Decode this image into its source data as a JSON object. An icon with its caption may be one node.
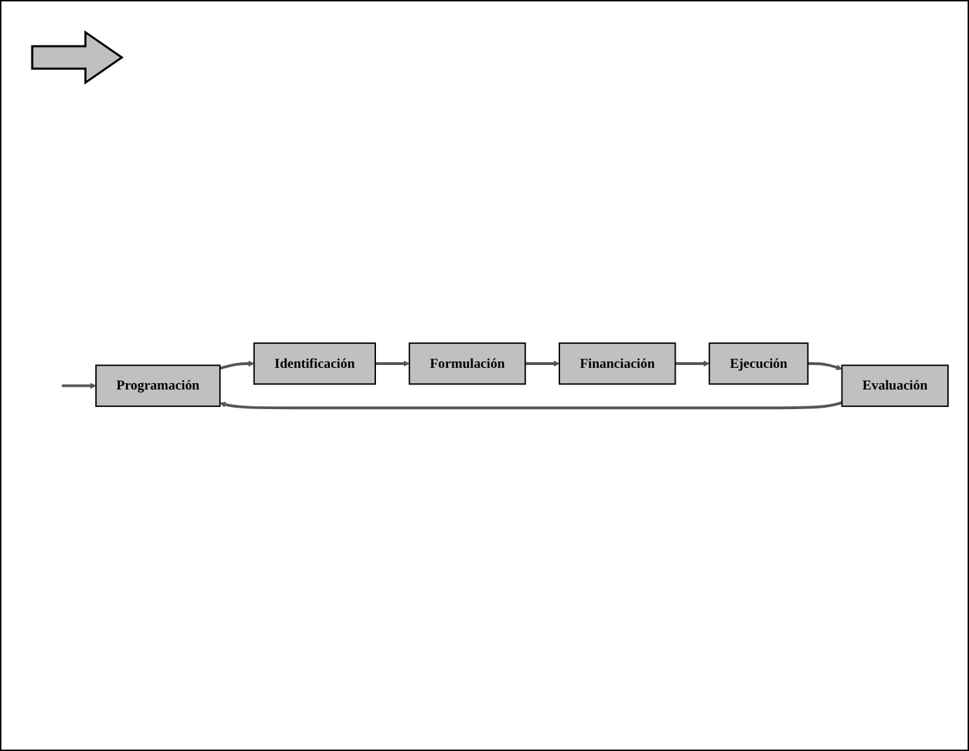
{
  "diagram": {
    "nodes": [
      {
        "text": [
          "Programación"
        ]
      },
      {
        "text": [
          "Identificación"
        ]
      },
      {
        "text": [
          "Formulación"
        ]
      },
      {
        "text": [
          "Financiación"
        ]
      },
      {
        "text": [
          "Ejecución"
        ]
      },
      {
        "text": [
          "Evaluación"
        ]
      }
    ],
    "edges": [
      {
        "from": null,
        "to": 0,
        "arrow": "to"
      },
      {
        "from": 0,
        "to": 1,
        "arrow": "to"
      },
      {
        "from": 1,
        "to": 2,
        "arrow": "to"
      },
      {
        "from": 2,
        "to": 3,
        "arrow": "to"
      },
      {
        "from": 3,
        "to": 4,
        "arrow": "to"
      },
      {
        "from": 4,
        "to": 5,
        "arrow": "to"
      },
      {
        "from": 5,
        "to": 0,
        "arrow": "to"
      }
    ]
  }
}
